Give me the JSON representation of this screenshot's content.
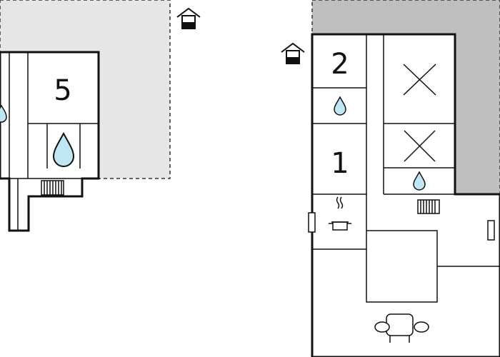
{
  "colors": {
    "wall": "#111111",
    "outdoor_light": "#e6e6e6",
    "outdoor_dark": "#bfbfbf",
    "water_drop": "#bfe6f2",
    "background": "#ffffff"
  },
  "rooms": {
    "bedroom_5": {
      "number": "5"
    },
    "bedroom_2": {
      "number": "2"
    },
    "bedroom_1": {
      "number": "1"
    }
  },
  "icons": {
    "entrance": "house-entrance-icon",
    "water": "water-drop-icon",
    "heater": "radiator-icon",
    "kitchen": "cooking-pot-icon",
    "bed": "bed-cross-icon",
    "sofa": "sofa-icon",
    "window": "window-icon"
  }
}
